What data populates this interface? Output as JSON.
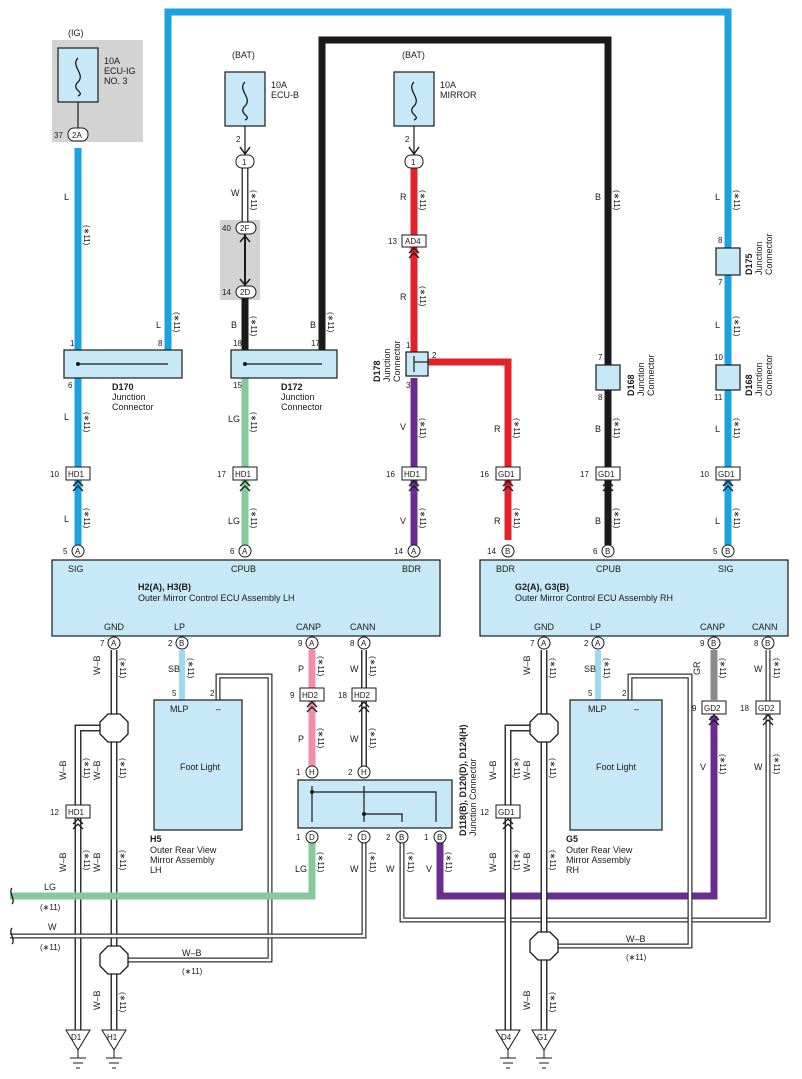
{
  "colors": {
    "L": "#1aa3e0",
    "B": "#1a1a1a",
    "R": "#e22128",
    "V": "#6a2d8f",
    "LG": "#86c99a",
    "P": "#ef8fab",
    "SB": "#9ed9f2",
    "GR": "#8c8c8c",
    "W": "#ffffff",
    "WB": "#ffffff",
    "ecu_fill": "#c6e8f7",
    "shade": "#d3d3d3"
  },
  "fuses": [
    {
      "id": "fuse-ecu-ig",
      "src": "(IG)",
      "line1": "10A",
      "line2": "ECU-IG",
      "line3": "NO. 3"
    },
    {
      "id": "fuse-ecu-b",
      "src": "(BAT)",
      "line1": "10A",
      "line2": "ECU-B",
      "line3": ""
    },
    {
      "id": "fuse-mirror",
      "src": "(BAT)",
      "line1": "10A",
      "line2": "MIRROR",
      "line3": ""
    }
  ],
  "fuse_pins": {
    "ig_conn": "2A",
    "ig_pin": "37",
    "ecub_pin": "2",
    "ecub_conn": "1",
    "mir_pin": "2",
    "mir_conn": "1",
    "conn_2f": "2F",
    "conn_2f_pin": "40",
    "conn_2d": "2D",
    "conn_2d_pin": "14"
  },
  "wire_labels": {
    "L": "L",
    "B": "B",
    "R": "R",
    "V": "V",
    "W": "W",
    "LG": "LG",
    "P": "P",
    "SB": "SB",
    "GR": "GR",
    "WB": "W–B",
    "note": "(∗11)"
  },
  "junctions": {
    "d170": {
      "code": "D170",
      "name1": "Junction",
      "name2": "Connector",
      "pin1": "1",
      "pin8": "8",
      "pin6": "6"
    },
    "d172": {
      "code": "D172",
      "name1": "Junction",
      "name2": "Connector",
      "pin18": "18",
      "pin17": "17",
      "pin15": "15"
    },
    "d178": {
      "code": "D178",
      "name1": "Junction",
      "name2": "Connector",
      "pin1": "1",
      "pin2": "2",
      "pin3": "3"
    },
    "d168a": {
      "code": "D168",
      "name1": "Junction",
      "name2": "Connector",
      "pin7": "7",
      "pin8": "8"
    },
    "d175": {
      "code": "D175",
      "name1": "Junction",
      "name2": "Connector",
      "pin8": "8",
      "pin7": "7"
    },
    "d168b": {
      "code": "D168",
      "name1": "Junction",
      "name2": "Connector",
      "pin10": "10",
      "pin11": "11"
    },
    "dbig": {
      "code": "D118(B), D120(D), D124(H)",
      "name": "Junction Connector"
    }
  },
  "inline_conns": {
    "ad4": "AD4",
    "ad4_pin": "13",
    "hd1": "HD1",
    "gd1": "GD1",
    "hd2": "HD2",
    "gd2": "GD2",
    "p10": "10",
    "p17": "17",
    "p16": "16",
    "p14": "14",
    "p9": "9",
    "p18": "18",
    "p12": "12"
  },
  "ecu_lh": {
    "title": "H2(A), H3(B)",
    "name": "Outer Mirror Control ECU Assembly LH",
    "top": [
      {
        "pin": "5",
        "conn": "A",
        "label": "SIG"
      },
      {
        "pin": "6",
        "conn": "A",
        "label": "CPUB"
      },
      {
        "pin": "14",
        "conn": "A",
        "label": "BDR"
      }
    ],
    "bottom": [
      {
        "pin": "7",
        "conn": "A",
        "label": "GND"
      },
      {
        "pin": "2",
        "conn": "B",
        "label": "LP"
      },
      {
        "pin": "9",
        "conn": "A",
        "label": "CANP"
      },
      {
        "pin": "8",
        "conn": "A",
        "label": "CANN"
      }
    ]
  },
  "ecu_rh": {
    "title": "G2(A), G3(B)",
    "name": "Outer Mirror Control ECU Assembly RH",
    "top": [
      {
        "pin": "14",
        "conn": "B",
        "label": "BDR"
      },
      {
        "pin": "6",
        "conn": "B",
        "label": "CPUB"
      },
      {
        "pin": "5",
        "conn": "B",
        "label": "SIG"
      }
    ],
    "bottom": [
      {
        "pin": "7",
        "conn": "A",
        "label": "GND"
      },
      {
        "pin": "2",
        "conn": "A",
        "label": "LP"
      },
      {
        "pin": "9",
        "conn": "B",
        "label": "CANP"
      },
      {
        "pin": "8",
        "conn": "B",
        "label": "CANN"
      }
    ]
  },
  "foot_lh": {
    "code": "H5",
    "name1": "Outer Rear View",
    "name2": "Mirror Assembly",
    "name3": "LH",
    "mlp": "MLP",
    "minus": "–",
    "inner": "Foot Light",
    "pin5": "5",
    "pin2": "2"
  },
  "foot_rh": {
    "code": "G5",
    "name1": "Outer Rear View",
    "name2": "Mirror Assembly",
    "name3": "RH",
    "mlp": "MLP",
    "minus": "–",
    "inner": "Foot Light",
    "pin5": "5",
    "pin2": "2"
  },
  "bottom_junction": {
    "h1": "1",
    "h1c": "H",
    "h2": "2",
    "h2c": "H",
    "d1": "1",
    "d1c": "D",
    "d2": "2",
    "d2c": "D",
    "b2": "2",
    "b2c": "B",
    "b1": "1",
    "b1c": "B"
  },
  "grounds": [
    "D1",
    "H1",
    "D4",
    "G1"
  ]
}
